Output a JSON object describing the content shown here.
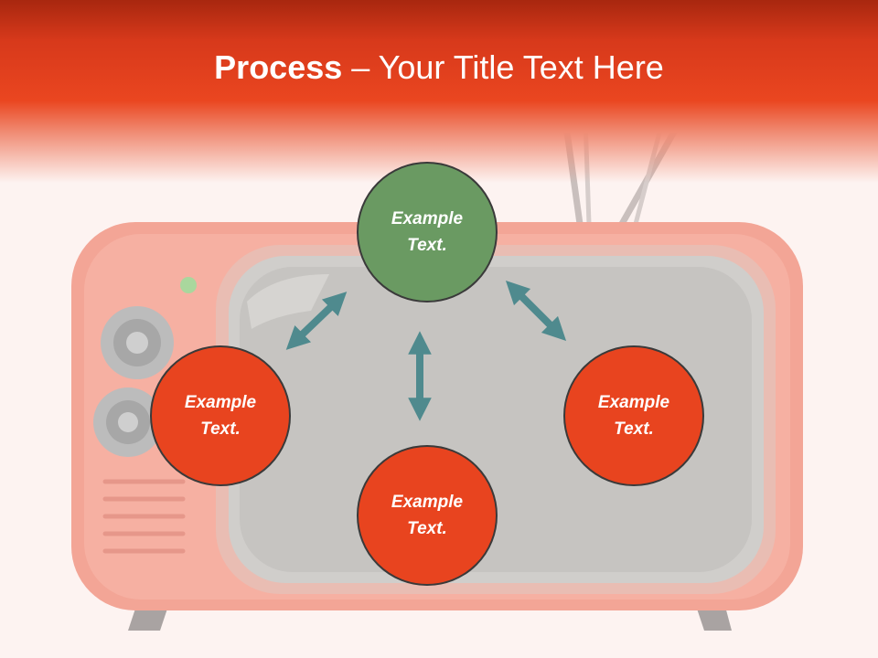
{
  "slide": {
    "title_bold": "Process",
    "title_dash": " – ",
    "title_rest": "Your Title Text Here"
  },
  "nodes": [
    {
      "id": "top",
      "color": "green",
      "line1": "Example",
      "line2": "Text."
    },
    {
      "id": "left",
      "color": "red",
      "line1": "Example",
      "line2": "Text."
    },
    {
      "id": "right",
      "color": "red",
      "line1": "Example",
      "line2": "Text."
    },
    {
      "id": "bottom",
      "color": "red",
      "line1": "Example",
      "line2": "Text."
    }
  ],
  "colors": {
    "title_bar": "#e8441f",
    "node_green": "#6a9a62",
    "node_red": "#e8441f",
    "arrow": "#4f8a8e",
    "tv_body": "#f3a596"
  },
  "background_image": "retro-tv"
}
